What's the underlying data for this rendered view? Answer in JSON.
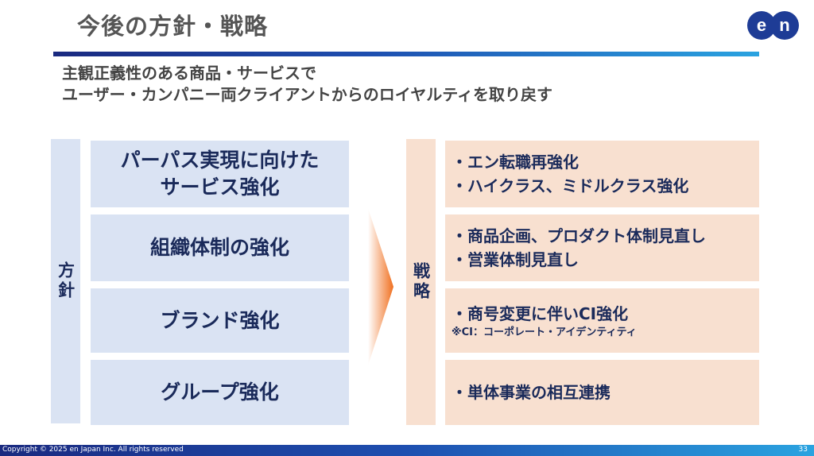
{
  "header": {
    "title": "今後の方針・戦略",
    "logo_text": "en",
    "subtitle": [
      "主観正義性のある商品・サービスで",
      "ユーザー・カンパニー両クライアントからのロイヤルティを取り戻す"
    ]
  },
  "policy": {
    "label": "方針",
    "items": [
      [
        "パーパス実現に向けた",
        "サービス強化"
      ],
      [
        "組織体制の強化"
      ],
      [
        "ブランド強化"
      ],
      [
        "グループ強化"
      ]
    ]
  },
  "strategy": {
    "label": "戦略",
    "items": [
      {
        "lines": [
          "・エン転職再強化",
          "・ハイクラス、ミドルクラス強化"
        ],
        "note": ""
      },
      {
        "lines": [
          "・商品企画、プロダクト体制見直し",
          "・営業体制見直し"
        ],
        "note": ""
      },
      {
        "lines": [
          "・商号変更に伴いCI強化"
        ],
        "note": "※CI：コーポレート・アイデンティティ"
      },
      {
        "lines": [
          "・単体事業の相互連携"
        ],
        "note": ""
      }
    ]
  },
  "footer": {
    "copyright": "Copyright © 2025 en Japan Inc. All rights reserved",
    "page": "33"
  },
  "colors": {
    "navy": "#1a2a5a",
    "blue_panel": "#dae3f3",
    "orange_panel": "#f8e0d0",
    "arrow": "#f07020",
    "logo_blue": "#1e3c96"
  }
}
